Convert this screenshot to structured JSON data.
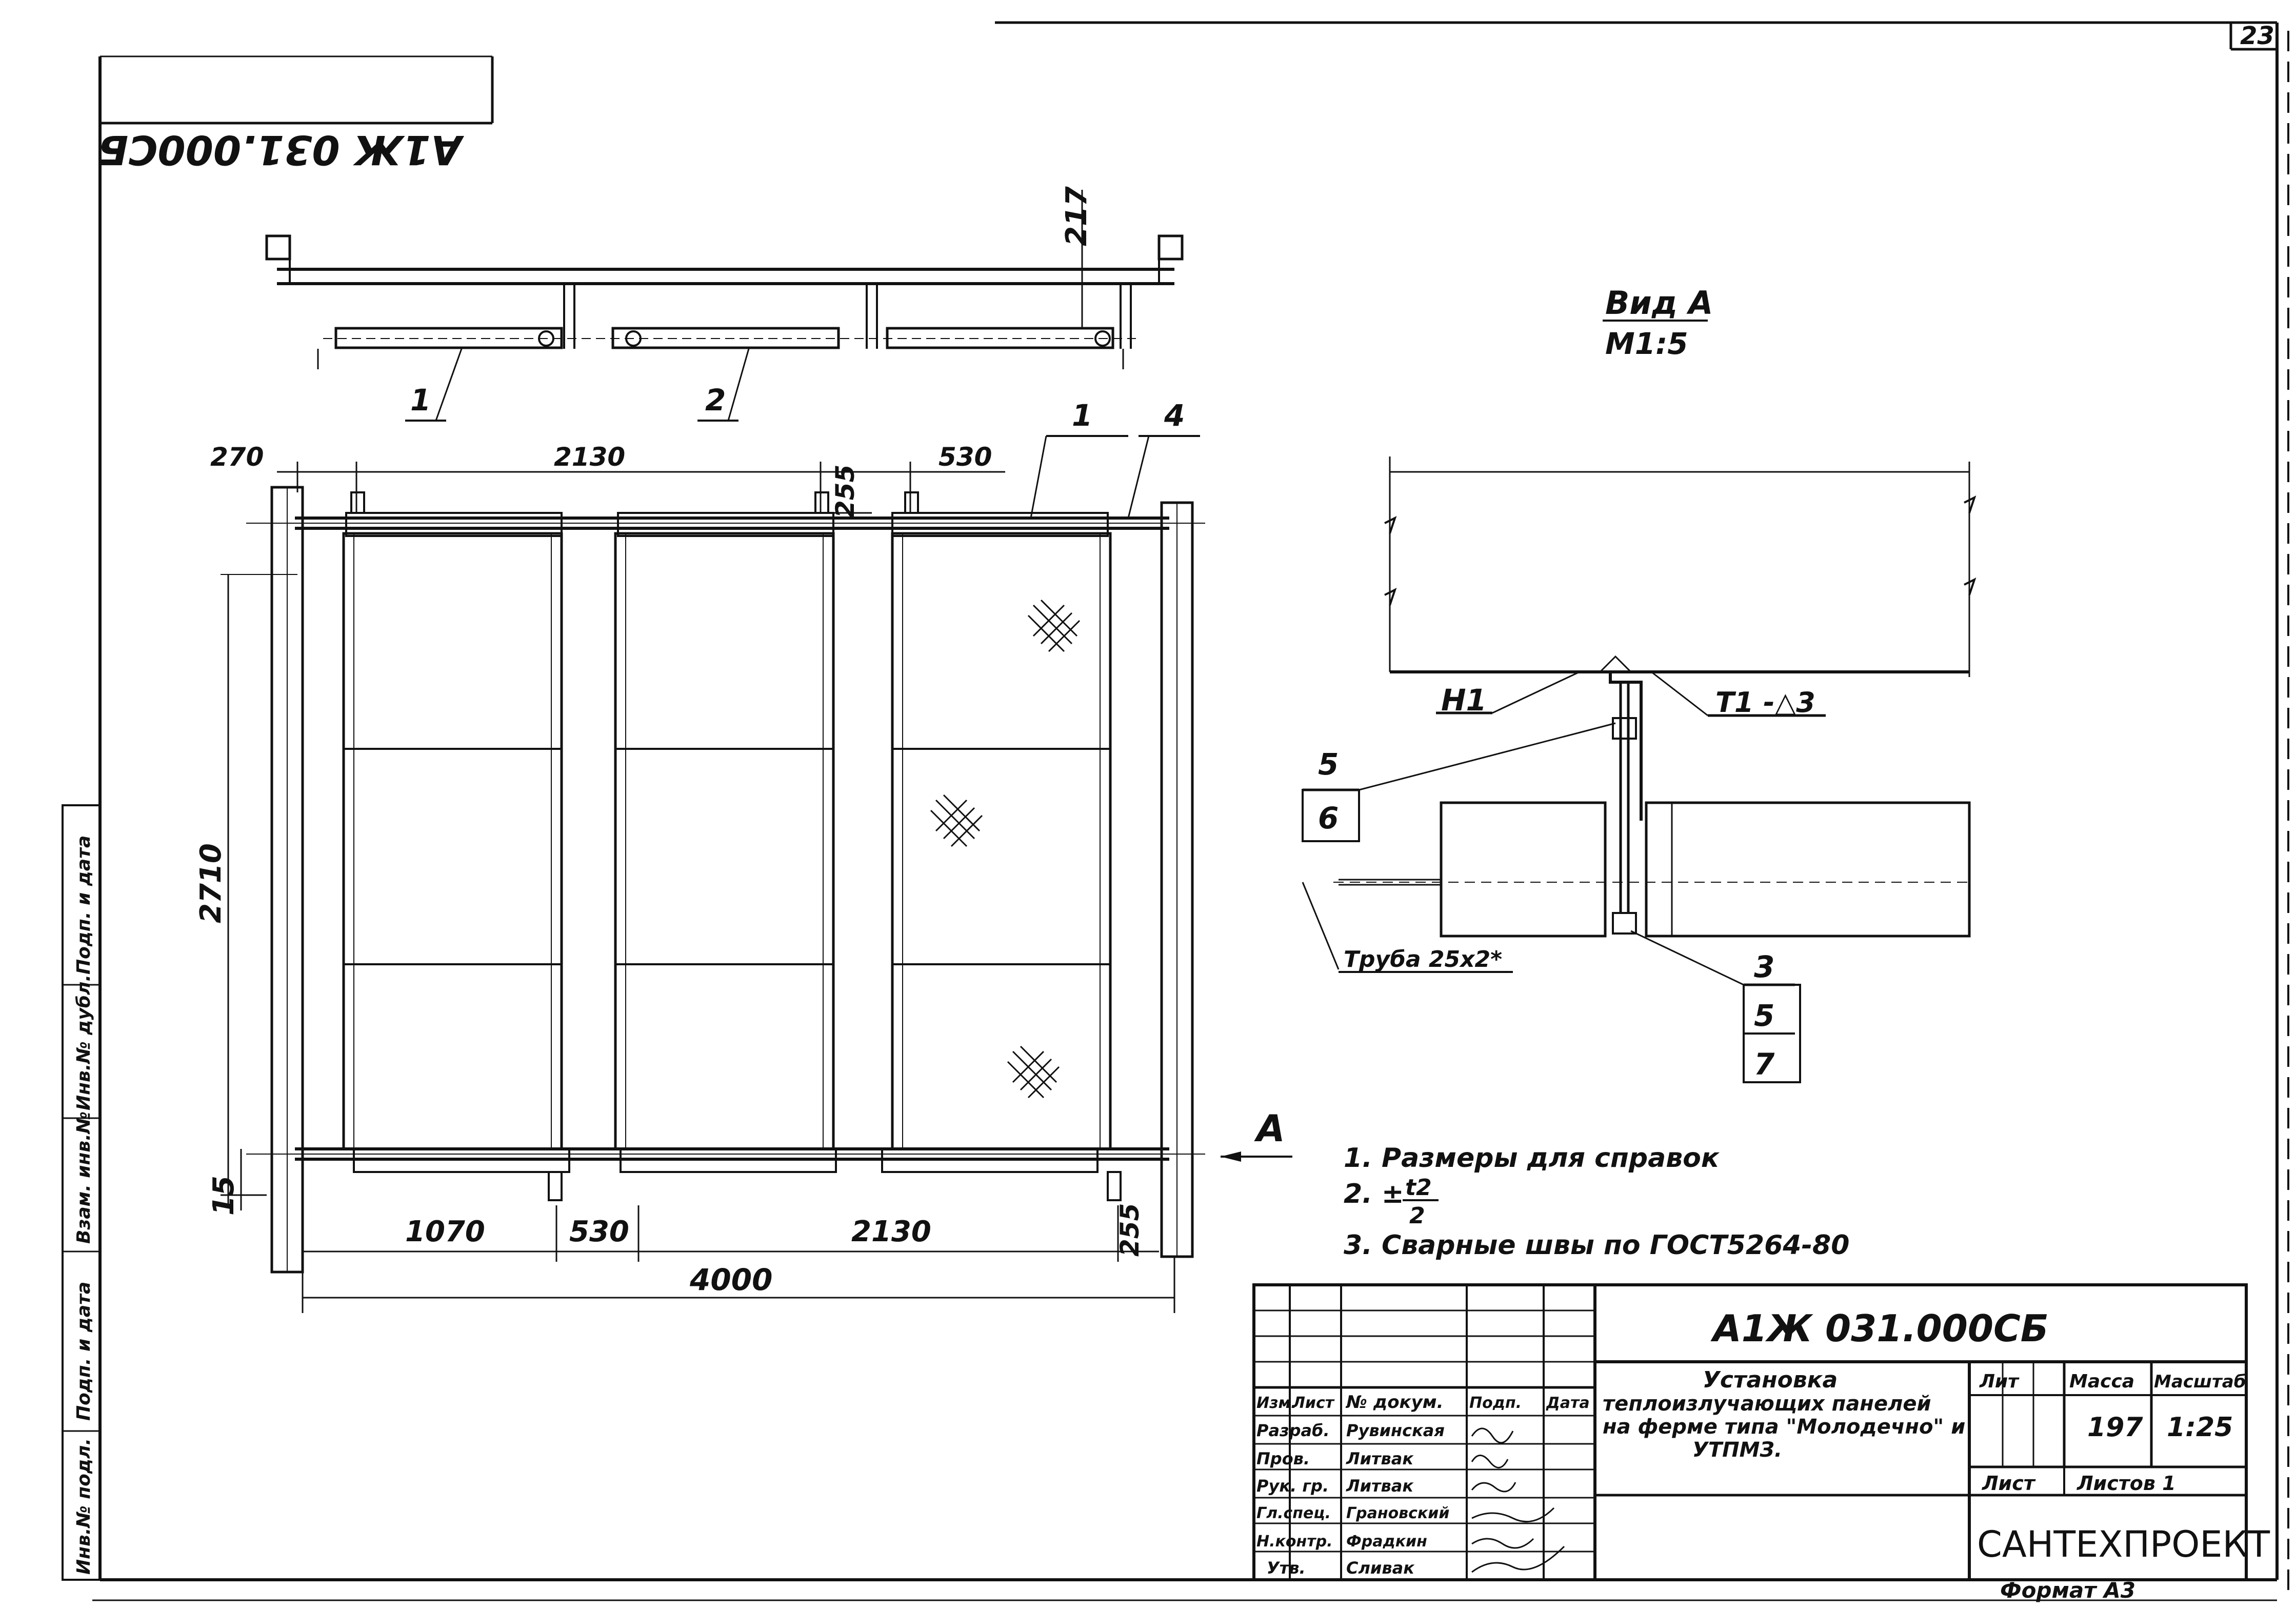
{
  "sheet_number": "23",
  "stamp_code_mirrored": "А1Ж 031.000СБ",
  "view_label": {
    "title": "Вид А",
    "scale": "М1:5"
  },
  "section_marker": "А",
  "dimensions": {
    "top_left": "270",
    "top_center": "2130",
    "top_right": "530",
    "gap": "255",
    "frame_height": "2710",
    "bottom_inset": "15",
    "bottom_left": "1070",
    "bottom_mid": "530",
    "bottom_center": "2130",
    "bottom_right": "255",
    "overall": "4000",
    "elevation_height": "217"
  },
  "callouts": {
    "top_1": "1",
    "top_2": "2",
    "top_view_1": "1",
    "top_view_4": "4"
  },
  "detail": {
    "weld_left": "Н1",
    "weld_right": "Т1 -△3",
    "callout_top": [
      "5",
      "6"
    ],
    "callout_bottom": [
      "3",
      "5",
      "7"
    ],
    "pipe": "Труба 25х2*"
  },
  "notes": [
    "1. Размеры для справок",
    "2. ±",
    "3. Сварные швы по ГОСТ5264-80"
  ],
  "note_fraction": {
    "numerator": "t2",
    "denominator": "2"
  },
  "side_stamp": [
    "Подп. и дата",
    "Инв.№ дубл.",
    "Взам. инв.№",
    "Подп. и дата",
    "Инв.№ подл."
  ],
  "title_block": {
    "code": "А1Ж 031.000СБ",
    "title_lines": [
      "Установка",
      "теплоизлучающих панелей",
      "на ферме типа \"Молодечно\" и",
      "УТПМЗ."
    ],
    "header_labels": [
      "Изм.",
      "Лист",
      "№ докум.",
      "Подп.",
      "Дата"
    ],
    "roles": [
      {
        "role": "Разраб.",
        "name": "Рувинская"
      },
      {
        "role": "Пров.",
        "name": "Литвак"
      },
      {
        "role": "Рук. гр.",
        "name": "Литвак"
      },
      {
        "role": "Гл.спец.",
        "name": "Грановский"
      },
      {
        "role": "Н.контр.",
        "name": "Фрадкин"
      },
      {
        "role": "Утв.",
        "name": "Сливак"
      }
    ],
    "lit_label": "Лит",
    "mass_label": "Масса",
    "scale_label": "Масштаб",
    "mass_value": "197",
    "scale_value": "1:25",
    "sheet_label": "Лист",
    "sheets_label": "Листов 1",
    "organization": "САНТЕХПРОЕКТ",
    "format": "Формат А3"
  }
}
